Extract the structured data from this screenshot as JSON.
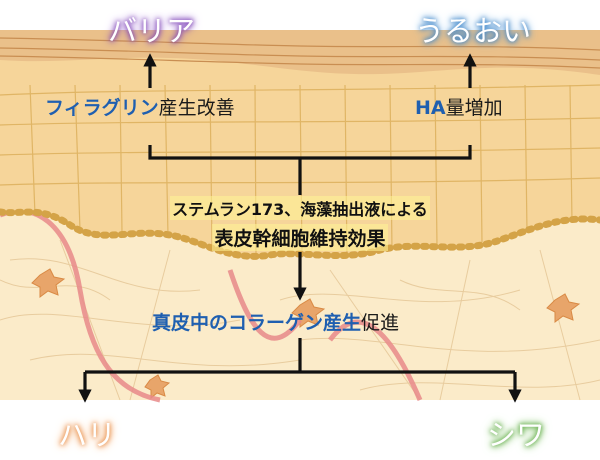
{
  "colors": {
    "barrier": "#7a3fb5",
    "moisture": "#3f86c9",
    "firmness": "#e8863a",
    "wrinkle": "#5aa83e",
    "accent_text": "#1f5fb0",
    "arrow": "#111111",
    "epidermis": "#f6d59a",
    "cell_border": "#e0b565",
    "dermis": "#fbebc9",
    "capillary": "#e88a8a"
  },
  "top_outcomes": {
    "left": "バリア",
    "right": "うるおい"
  },
  "mid_effects": {
    "left_accent": "フィラグリン",
    "left_rest": "産生改善",
    "right_accent": "HA",
    "right_rest": "量増加"
  },
  "center": {
    "line1": "ステムラン173、海藻抽出液による",
    "line2": "表皮幹細胞維持効果"
  },
  "collagen": {
    "accent": "真皮中のコラーゲン産生",
    "rest": "促進"
  },
  "bottom_outcomes": {
    "left": "ハリ",
    "right": "シワ"
  }
}
